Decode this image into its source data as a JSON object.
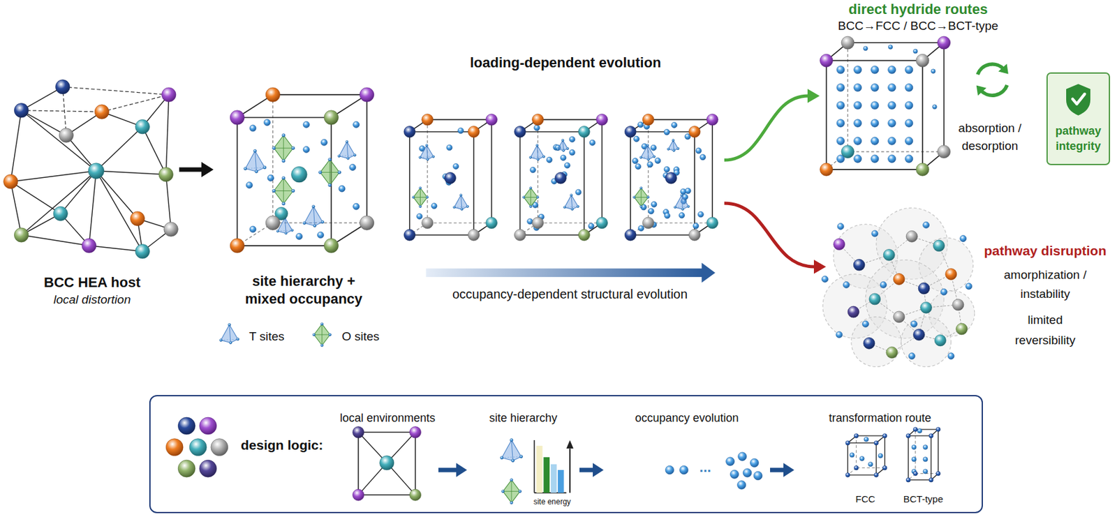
{
  "diagram": {
    "nodes": [
      {
        "text": [
          "BCC HEA host",
          "local distortion"
        ]
      },
      {
        "text": [
          "site hierarchy + mixed occupancy"
        ]
      },
      {
        "text": [
          "loading-dependent evolution"
        ]
      },
      {
        "text": [
          "direct hydride routes",
          "BCC→FCC / BCC→BCT-type"
        ]
      },
      {
        "text": [
          "pathway integrity"
        ]
      },
      {
        "text": [
          "pathway disruption",
          "amorphization / instability",
          "limited reversibility"
        ]
      },
      {
        "text": [
          "design logic:"
        ]
      },
      {
        "text": [
          "local environments"
        ],
        "in": 6
      },
      {
        "text": [
          "site hierarchy"
        ],
        "in": 6
      },
      {
        "text": [
          "occupancy evolution"
        ],
        "in": 6
      },
      {
        "text": [
          "transformation route"
        ],
        "in": 6
      }
    ],
    "edges": [
      {
        "from": 0,
        "to": 1,
        "arrow": "to"
      },
      {
        "from": 2,
        "to": 3,
        "arrow": "to"
      },
      {
        "from": 2,
        "to": 5,
        "arrow": "to"
      },
      {
        "from": 7,
        "to": 8,
        "arrow": "to"
      },
      {
        "from": 8,
        "to": 9,
        "arrow": "to"
      },
      {
        "from": 9,
        "to": 10,
        "arrow": "to"
      }
    ],
    "labels": [
      "occupancy-dependent structural evolution",
      "absorption / desorption",
      "site energy",
      "...",
      "FCC",
      "BCT-type"
    ],
    "legend": [
      {
        "text": "T sites"
      },
      {
        "text": "O sites"
      }
    ]
  }
}
